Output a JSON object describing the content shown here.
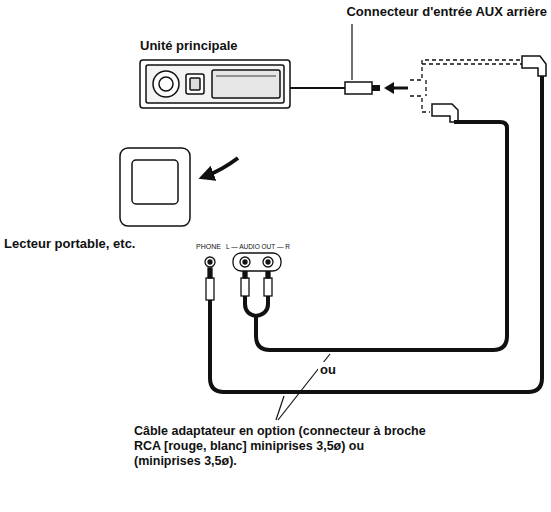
{
  "diagram": {
    "labels": [
      "Connecteur d'entrée AUX arrière",
      "Unité principale",
      "Lecteur portable, etc.",
      "PHONE",
      "L — AUDIO OUT — R",
      "ou",
      "Câble adaptateur en option (connecteur à broche RCA [rouge, blanc] miniprises 3,5ø) ou (miniprises 3,5ø)."
    ]
  }
}
